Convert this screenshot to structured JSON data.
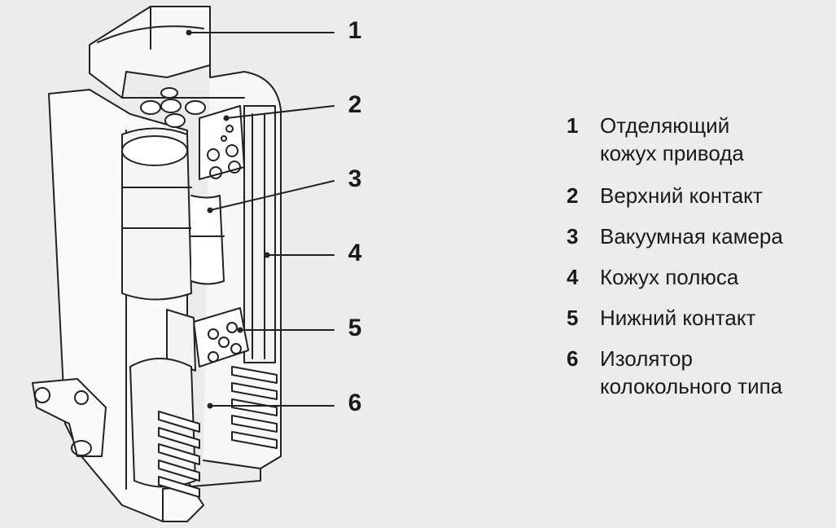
{
  "callouts": [
    {
      "number": "1"
    },
    {
      "number": "2"
    },
    {
      "number": "3"
    },
    {
      "number": "4"
    },
    {
      "number": "5"
    },
    {
      "number": "6"
    }
  ],
  "legend": [
    {
      "number": "1",
      "text": "Отделяющий\nкожух привода"
    },
    {
      "number": "2",
      "text": "Верхний контакт"
    },
    {
      "number": "3",
      "text": "Вакуумная камера"
    },
    {
      "number": "4",
      "text": "Кожух полюса"
    },
    {
      "number": "5",
      "text": "Нижний контакт"
    },
    {
      "number": "6",
      "text": "Изолятор\nколокольного типа"
    }
  ]
}
